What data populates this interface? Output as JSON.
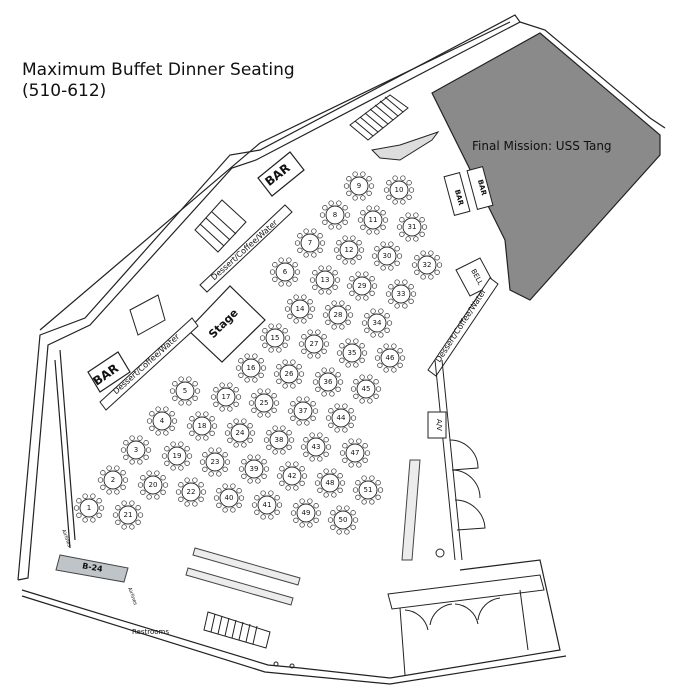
{
  "title": {
    "line1": "Maximum Buffet Dinner Seating",
    "line2": "(510-612)"
  },
  "labels": {
    "exhibit": "Final Mission: USS Tang",
    "bar_upper": "BAR",
    "bar_lower": "BAR",
    "bar_right": "BAR",
    "bar_right2": "BAR",
    "stage": "Stage",
    "dessert_upper": "Dessert/Coffee/Water",
    "dessert_lower": "Dessert/Coffee/Water",
    "dessert_right": "Dessert/Coffee/Water",
    "bell": "BELL",
    "av": "A/V",
    "b24": "B-24",
    "restrooms": "Restrooms",
    "airlines_1": "Airlines",
    "airlines_2": "Airlines"
  },
  "tables": [
    "1",
    "2",
    "3",
    "4",
    "5",
    "6",
    "7",
    "8",
    "9",
    "10",
    "11",
    "12",
    "13",
    "14",
    "15",
    "16",
    "17",
    "18",
    "19",
    "20",
    "21",
    "22",
    "23",
    "24",
    "25",
    "26",
    "27",
    "28",
    "29",
    "30",
    "31",
    "32",
    "33",
    "34",
    "35",
    "36",
    "37",
    "38",
    "39",
    "40",
    "41",
    "42",
    "43",
    "44",
    "45",
    "46",
    "47",
    "48",
    "49",
    "50",
    "51"
  ]
}
